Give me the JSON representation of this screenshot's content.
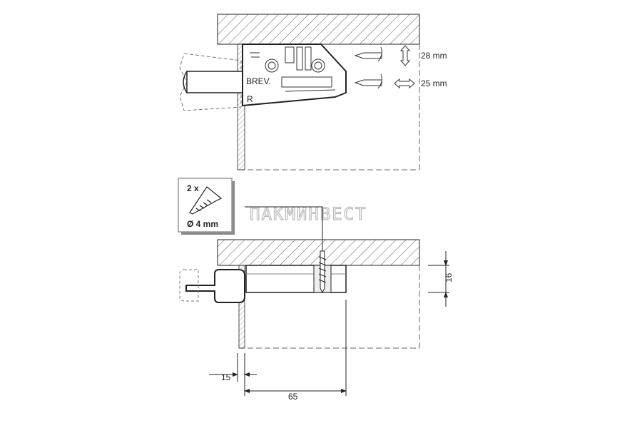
{
  "diagram": {
    "adjust_height": "28 mm",
    "adjust_depth": "25 mm",
    "hinge_mark_brev": "BREV.",
    "hinge_mark_r": "R",
    "screw_qty": "2 x",
    "screw_diameter": "Ø 4 mm",
    "dim_height": "16",
    "dim_offset": "15",
    "dim_depth": "65",
    "watermark": "ПАКМИНВЕСТ"
  },
  "colors": {
    "line": "#222222",
    "hatch": "#555555",
    "dashed": "#666666"
  }
}
